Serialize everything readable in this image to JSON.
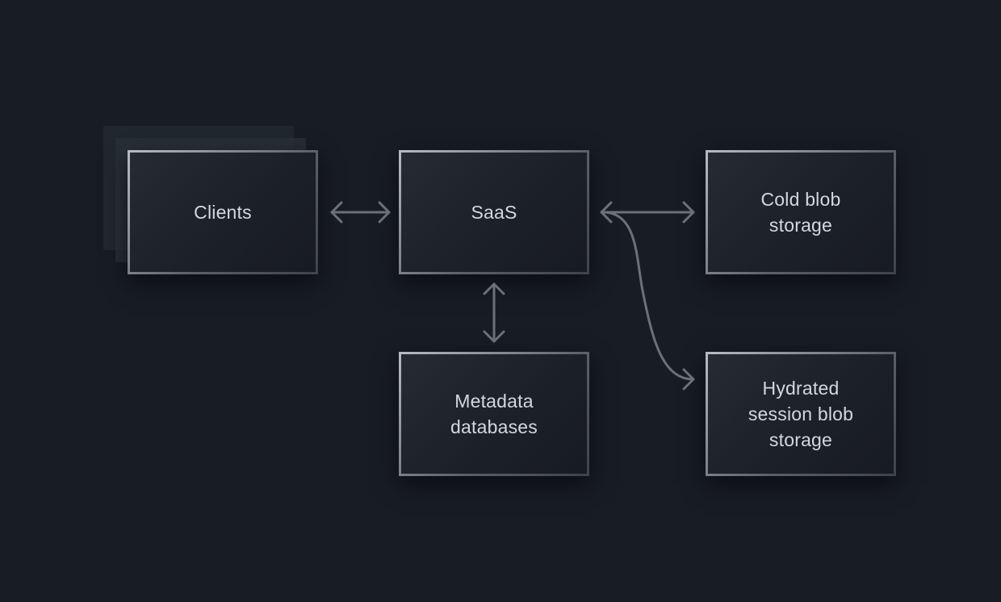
{
  "diagram": {
    "nodes": {
      "clients": {
        "label": "Clients"
      },
      "saas": {
        "label": "SaaS"
      },
      "cold_storage": {
        "label": "Cold blob\nstorage"
      },
      "metadata_databases": {
        "label": "Metadata\ndatabases"
      },
      "hydrated_storage": {
        "label": "Hydrated\nsession blob\nstorage"
      }
    },
    "edges": [
      {
        "from": "clients",
        "to": "saas",
        "direction": "bidirectional"
      },
      {
        "from": "saas",
        "to": "cold_storage",
        "direction": "bidirectional"
      },
      {
        "from": "saas",
        "to": "metadata_databases",
        "direction": "bidirectional"
      },
      {
        "from": "saas",
        "to": "hydrated_storage",
        "direction": "bidirectional"
      }
    ],
    "colors": {
      "background": "#181c23",
      "node_border": "#8d9299",
      "node_text": "#d4d8de",
      "arrow": "#6c7179"
    }
  }
}
